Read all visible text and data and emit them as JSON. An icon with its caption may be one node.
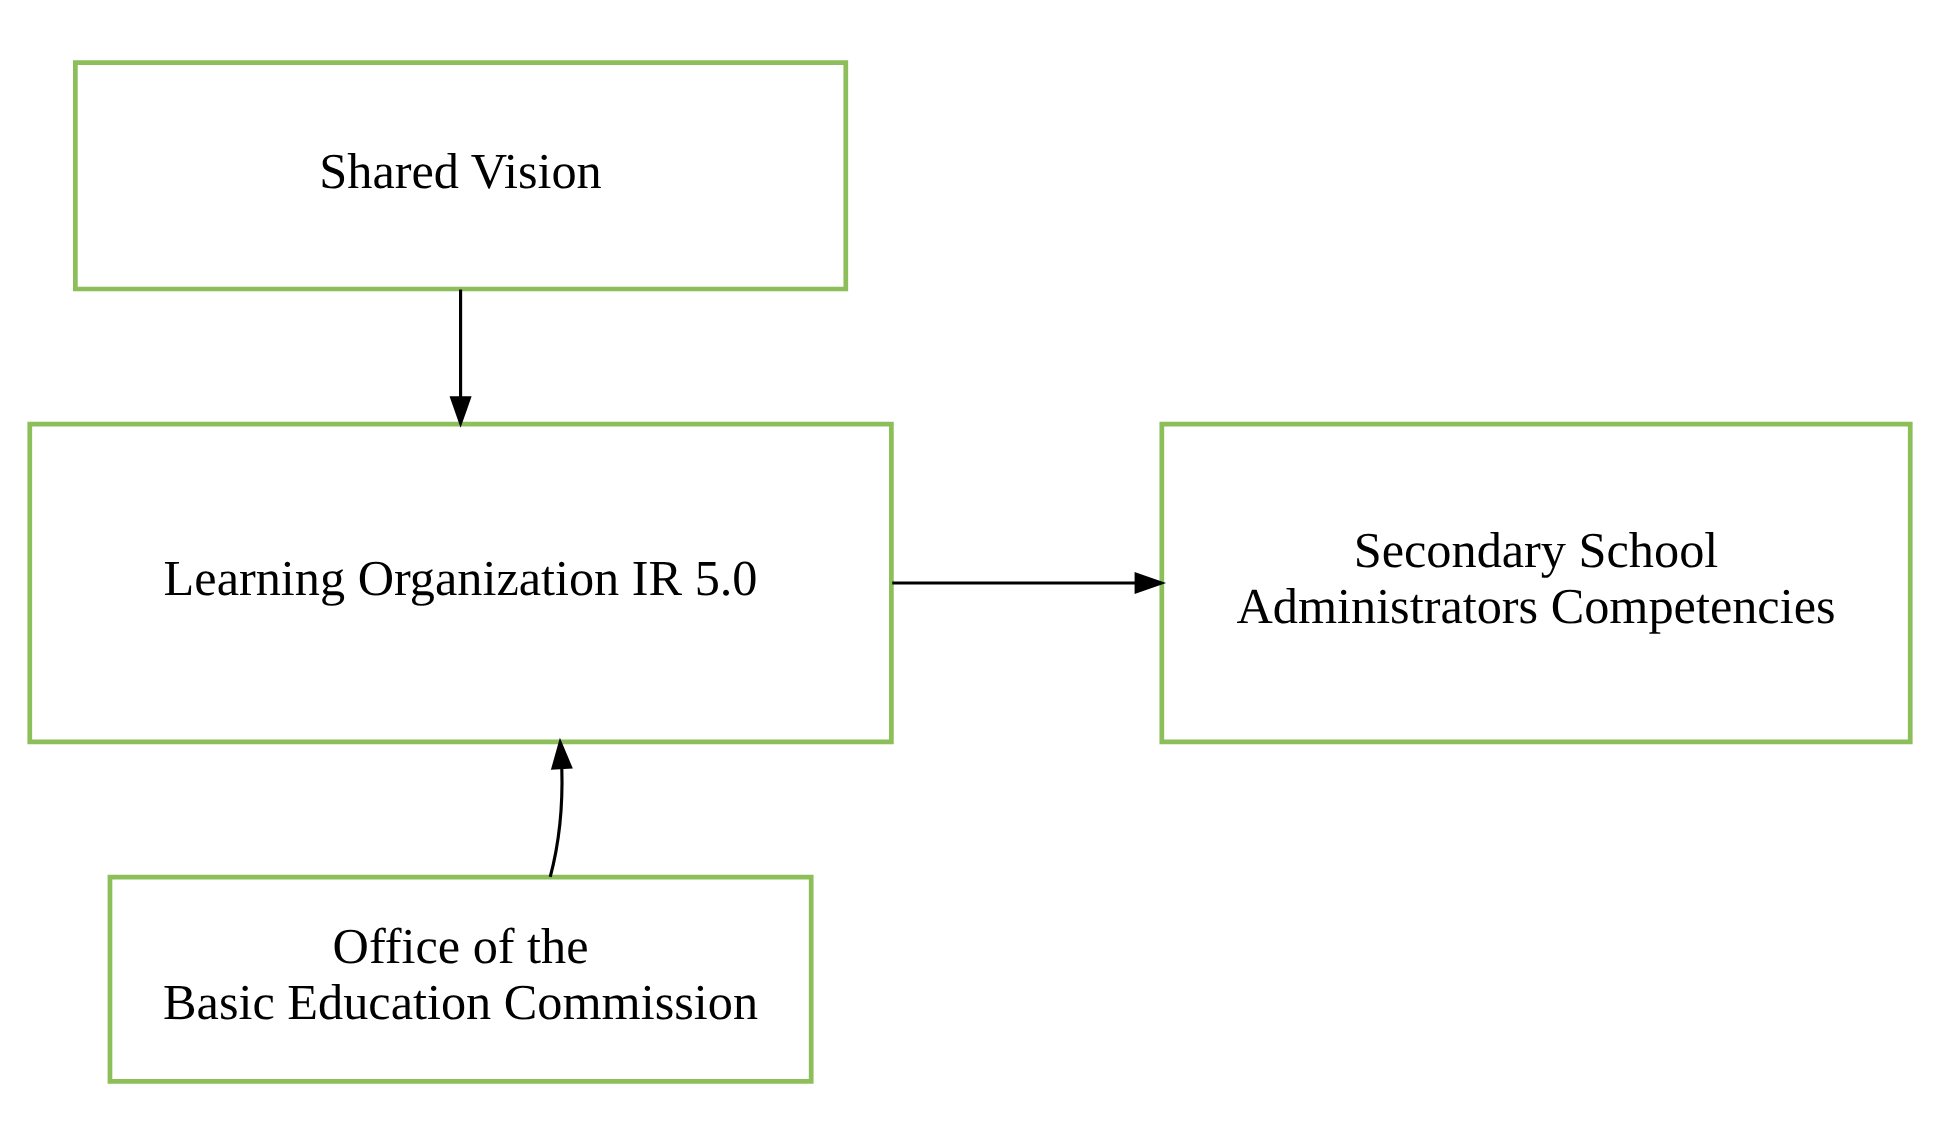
{
  "diagram": {
    "nodes": [
      {
        "text": [
          "Shared Vision"
        ]
      },
      {
        "text": [
          "Learning Organization IR 5.0"
        ]
      },
      {
        "text": [
          "Secondary School Administrators Competencies"
        ]
      },
      {
        "text": [
          "Office of the Basic Education Commission"
        ]
      }
    ],
    "edges": [
      {
        "from": 0,
        "to": 1,
        "arrow": "to"
      },
      {
        "from": 1,
        "to": 2,
        "arrow": "to"
      },
      {
        "from": 3,
        "to": 1,
        "arrow": "to"
      }
    ]
  }
}
